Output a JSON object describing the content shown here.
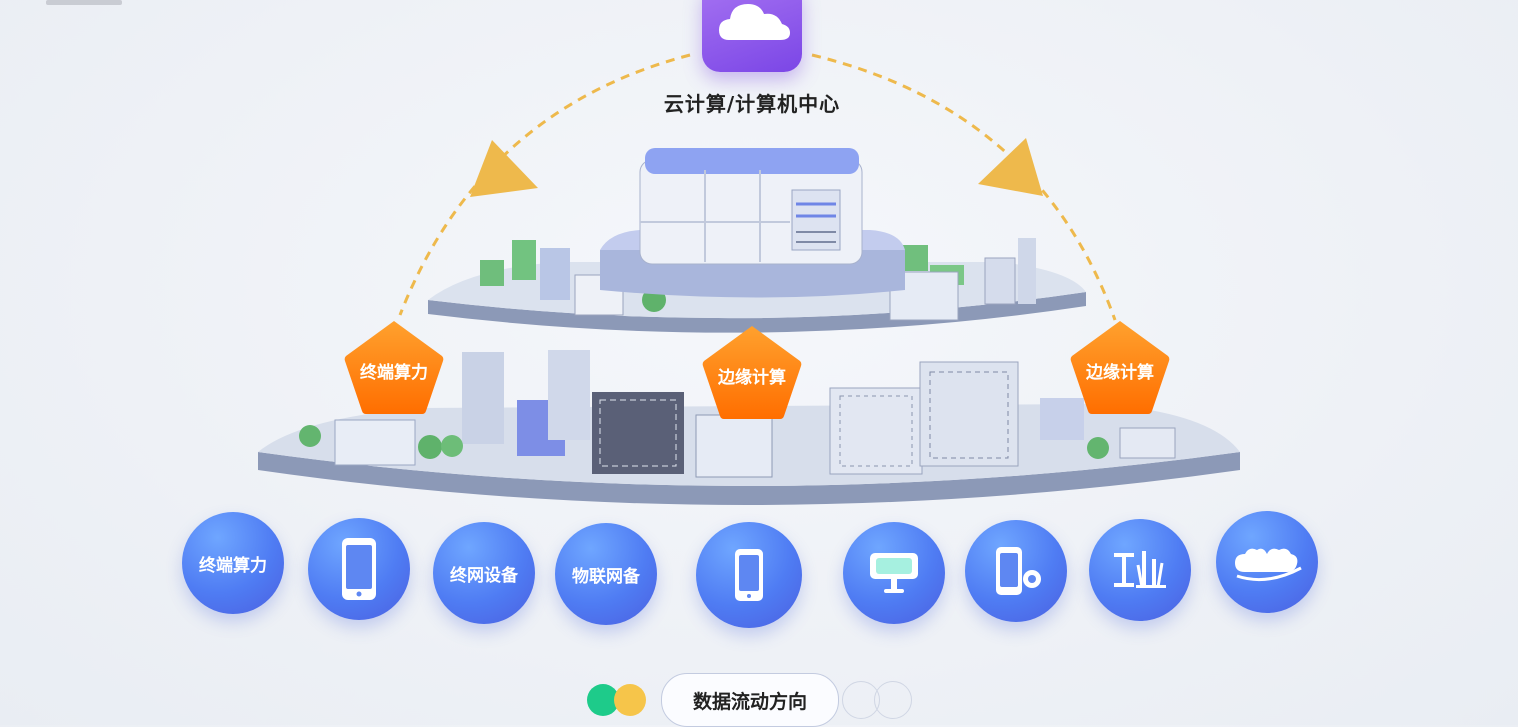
{
  "title": "云计算/计算机中心",
  "nodes": [
    {
      "label": "终端算力"
    },
    {
      "label": "边缘计算"
    },
    {
      "label": "边缘计算"
    }
  ],
  "devices": [
    {
      "label": "终端算力",
      "icon": ""
    },
    {
      "label": "",
      "icon": "smartphone-icon"
    },
    {
      "label": "终网设备",
      "icon": ""
    },
    {
      "label": "物联网备",
      "icon": ""
    },
    {
      "label": "",
      "icon": "mobile-phone-icon"
    },
    {
      "label": "",
      "icon": "tablet-stand-icon"
    },
    {
      "label": "",
      "icon": "phone-camera-icon"
    },
    {
      "label": "",
      "icon": "industry-icon"
    },
    {
      "label": "",
      "icon": "cloud-link-icon"
    }
  ],
  "legend": {
    "label": "数据流动方向"
  },
  "colors": {
    "cloud_tile": "#8a54ea",
    "pentagon": "#ff7f0a",
    "device_circle": "#4f7cf3",
    "arrow": "#eeb94c",
    "legend_green": "#1ecb8a",
    "legend_yellow": "#f6c54a"
  }
}
